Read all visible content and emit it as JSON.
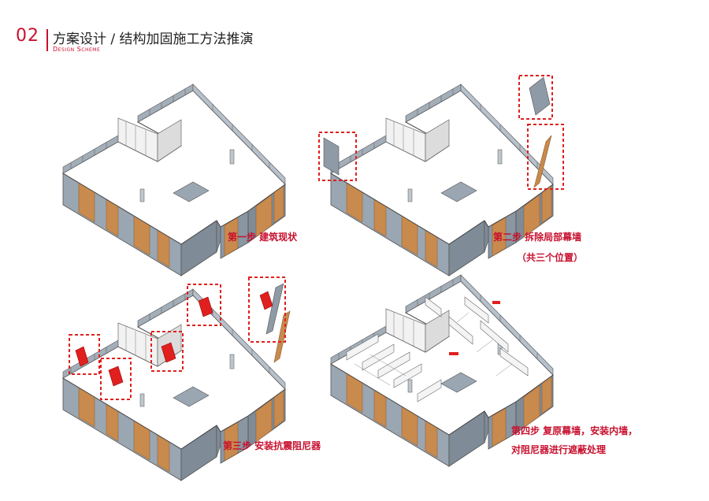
{
  "header": {
    "number": "02",
    "title": "方案设计 / 结构加固施工方法推演",
    "subtitle": "Design Scheme"
  },
  "steps": [
    {
      "caption_line1": "第一步 建筑现状"
    },
    {
      "caption_line1": "第二步 拆除局部幕墙",
      "caption_line2": "（共三个位置）"
    },
    {
      "caption_line1": "第三步 安装抗震阻尼器"
    },
    {
      "caption_line1": "第四步 复原幕墙，安装内墙，",
      "caption_line2": "对阻尼器进行遮蔽处理"
    }
  ],
  "colors": {
    "accent": "#c8102e",
    "glass": "#8e9aa6",
    "glass_dark": "#5e6a75",
    "wood": "#c98a4e",
    "roof": "#ffffff",
    "damper": "#e0201f"
  }
}
